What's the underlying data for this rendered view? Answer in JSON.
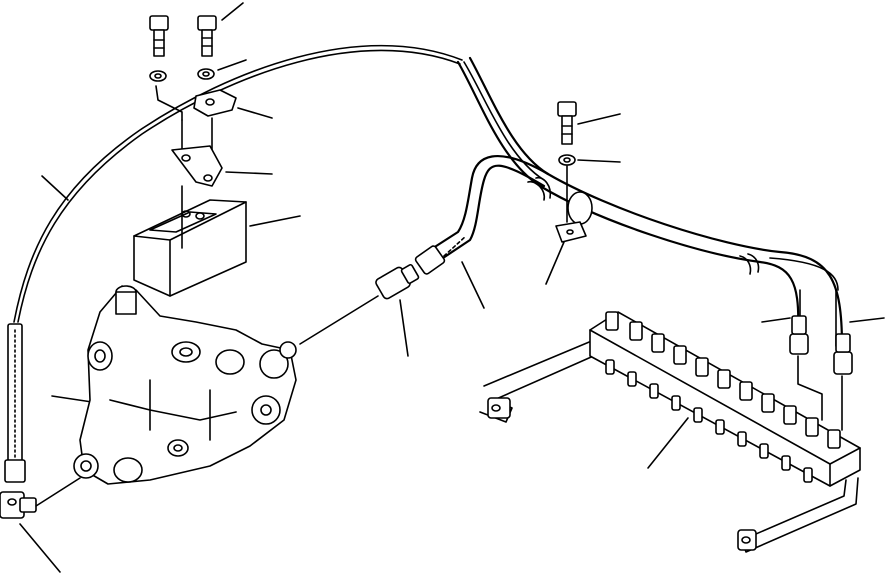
{
  "diagram": {
    "colors": {
      "ink": "#000000",
      "paper": "#ffffff"
    },
    "parts": [
      {
        "id": "bolt-top-left",
        "kind": "bolt"
      },
      {
        "id": "bolt-top-middle",
        "kind": "bolt"
      },
      {
        "id": "washer-top-left",
        "kind": "washer"
      },
      {
        "id": "washer-top-middle",
        "kind": "washer"
      },
      {
        "id": "clamp-upper",
        "kind": "clamp"
      },
      {
        "id": "bracket-lower",
        "kind": "bracket"
      },
      {
        "id": "solenoid-block",
        "kind": "solenoid-valve"
      },
      {
        "id": "control-valve",
        "kind": "control-valve"
      },
      {
        "id": "elbow-fitting",
        "kind": "fitting"
      },
      {
        "id": "pilot-tube",
        "kind": "tube"
      },
      {
        "id": "connector",
        "kind": "connector"
      },
      {
        "id": "hose-flex",
        "kind": "hose"
      },
      {
        "id": "bolt-right",
        "kind": "bolt"
      },
      {
        "id": "washer-right",
        "kind": "washer"
      },
      {
        "id": "clamp-right",
        "kind": "clamp"
      },
      {
        "id": "hose-pair",
        "kind": "hose"
      },
      {
        "id": "manifold-block",
        "kind": "manifold"
      },
      {
        "id": "mounting-bracket",
        "kind": "bracket"
      }
    ]
  }
}
